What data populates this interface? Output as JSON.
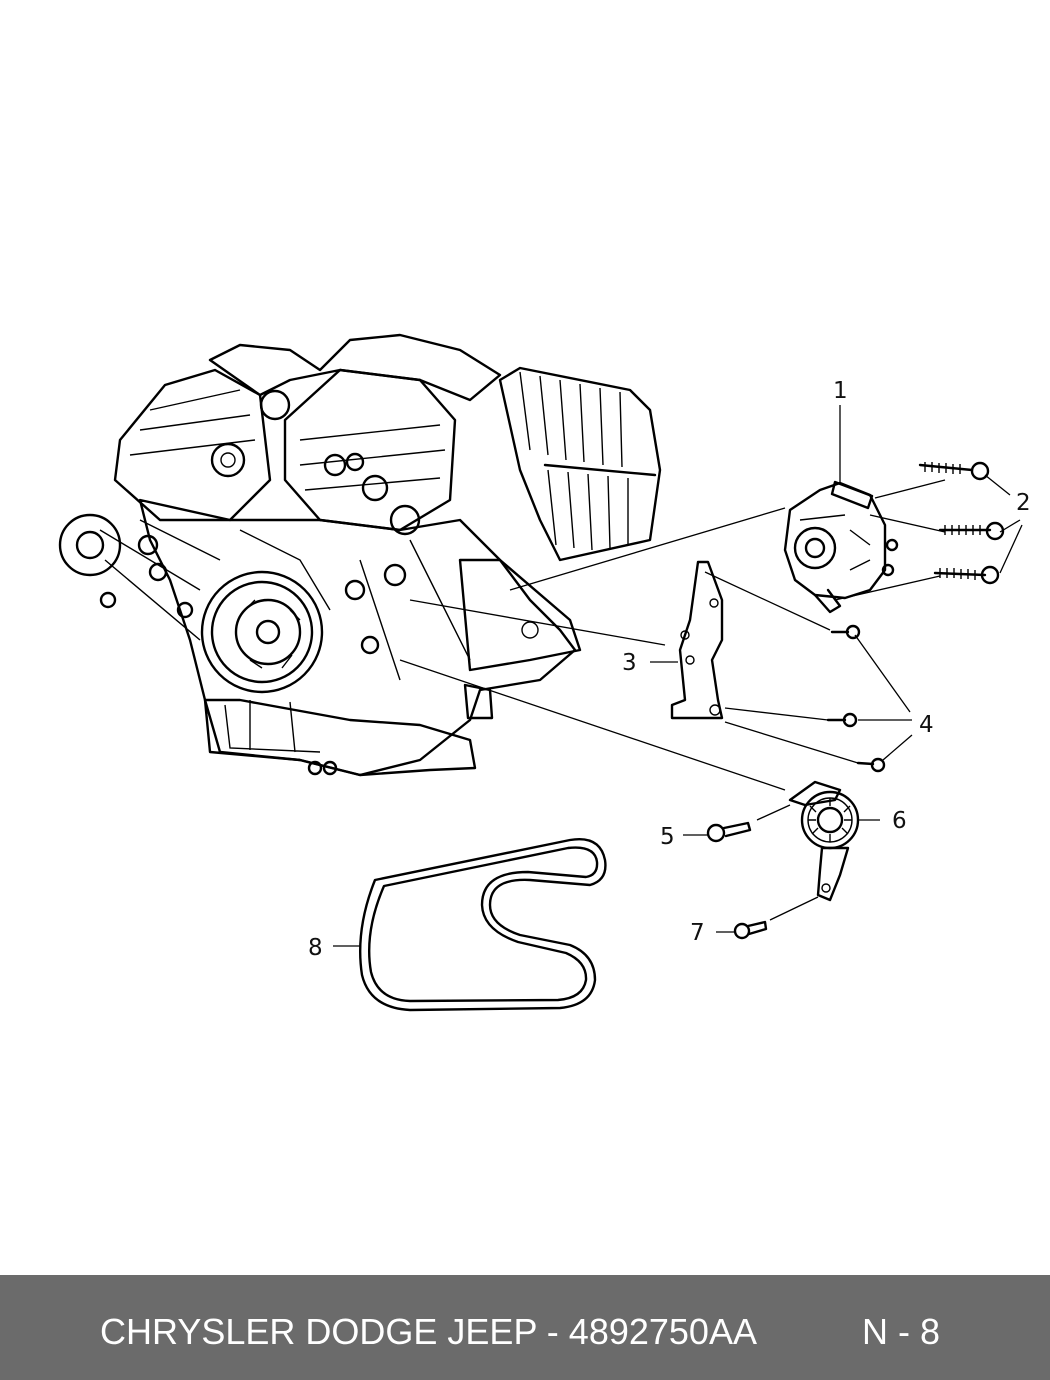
{
  "callouts": [
    "1",
    "2",
    "3",
    "4",
    "5",
    "6",
    "7",
    "8"
  ],
  "footer": {
    "title": "CHRYSLER DODGE JEEP - 4892750AA",
    "page": "N - 8"
  },
  "colors": {
    "footer_bg": "#6b6b6b",
    "footer_text": "#ffffff",
    "line": "#000000"
  }
}
